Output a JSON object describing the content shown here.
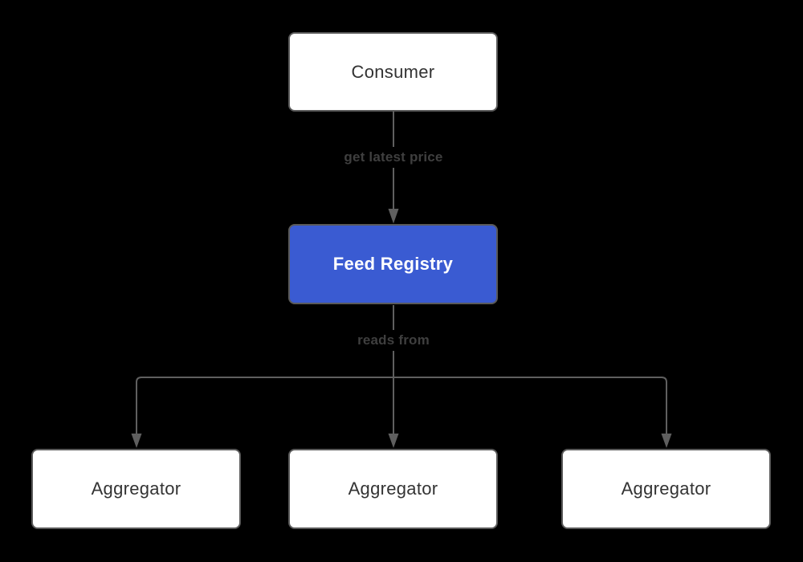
{
  "diagram": {
    "type": "flowchart",
    "direction": "top-down",
    "nodes": {
      "consumer": {
        "label": "Consumer",
        "role": "source"
      },
      "feed_registry": {
        "label": "Feed Registry",
        "role": "highlighted"
      },
      "aggregator_left": {
        "label": "Aggregator",
        "role": "sink"
      },
      "aggregator_middle": {
        "label": "Aggregator",
        "role": "sink"
      },
      "aggregator_right": {
        "label": "Aggregator",
        "role": "sink"
      }
    },
    "edges": {
      "consumer_to_feed_registry": {
        "from": "consumer",
        "to": "feed_registry",
        "label": "get latest price"
      },
      "feed_registry_to_aggregators": {
        "from": "feed_registry",
        "to": [
          "aggregator_left",
          "aggregator_middle",
          "aggregator_right"
        ],
        "label": "reads from"
      }
    },
    "colors": {
      "background": "#000000",
      "node_fill": "#ffffff",
      "node_border": "#5a5a5a",
      "node_text": "#333333",
      "highlight_fill": "#3a5bd2",
      "highlight_text": "#ffffff",
      "edge_line": "#5f5f5f",
      "edge_label_text": "#3f3f3f"
    }
  }
}
